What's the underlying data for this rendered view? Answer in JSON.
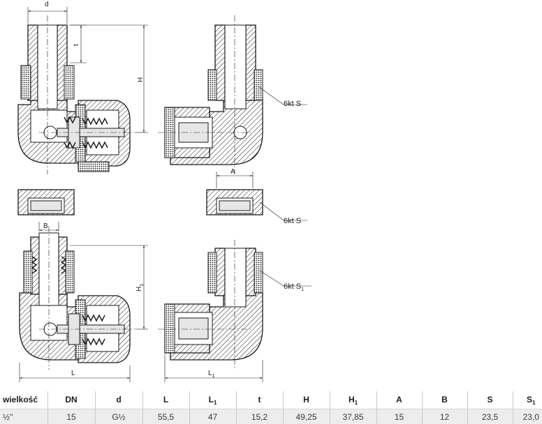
{
  "labels": {
    "d": "d",
    "t": "t",
    "H": "H",
    "H1_base": "H",
    "H1_sub": "1",
    "L": "L",
    "L1_base": "L",
    "L1_sub": "1",
    "A": "A",
    "B": "B",
    "callout_S_1": "6kt S",
    "callout_S_2": "6kt S",
    "callout_S1_base": "6kt S",
    "callout_S1_sub": "1"
  },
  "table": {
    "headers": [
      {
        "base": "wielkość",
        "sub": ""
      },
      {
        "base": "DN",
        "sub": ""
      },
      {
        "base": "d",
        "sub": ""
      },
      {
        "base": "L",
        "sub": ""
      },
      {
        "base": "L",
        "sub": "1"
      },
      {
        "base": "t",
        "sub": ""
      },
      {
        "base": "H",
        "sub": ""
      },
      {
        "base": "H",
        "sub": "1"
      },
      {
        "base": "A",
        "sub": ""
      },
      {
        "base": "B",
        "sub": ""
      },
      {
        "base": "S",
        "sub": ""
      },
      {
        "base": "S",
        "sub": "1"
      }
    ],
    "values": [
      "½\"",
      "15",
      "G½",
      "55,5",
      "47",
      "15,2",
      "49,25",
      "37,85",
      "15",
      "12",
      "23,5",
      "23,0"
    ]
  }
}
